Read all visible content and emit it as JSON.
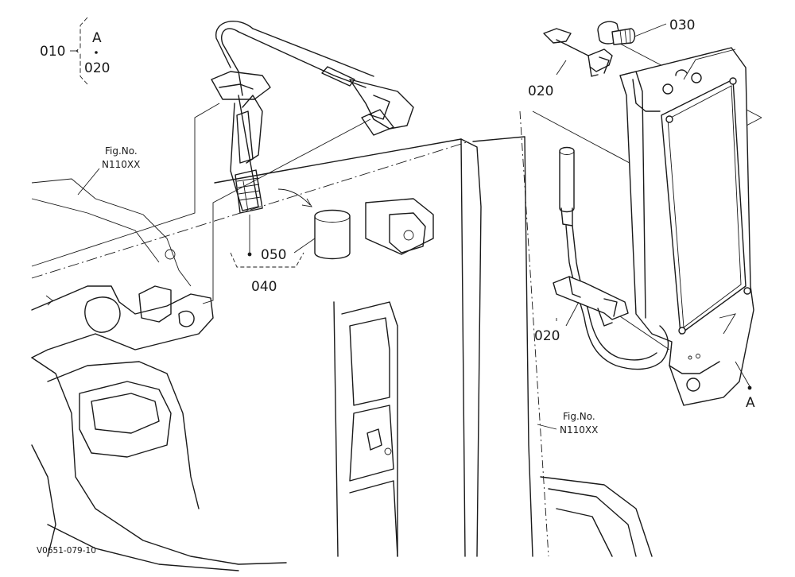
{
  "diagram": {
    "callouts": {
      "group_010": "010",
      "group_a": "A",
      "group_020": "020",
      "p030": "030",
      "p020_top": "020",
      "p020_mid": "020",
      "p050": "050",
      "p040": "040",
      "ref_a": "A"
    },
    "fig_refs": [
      {
        "line1": "Fig.No.",
        "line2": "N110XX"
      },
      {
        "line1": "Fig.No.",
        "line2": "N110XX"
      }
    ],
    "footer_code": "V0651-079-10"
  }
}
